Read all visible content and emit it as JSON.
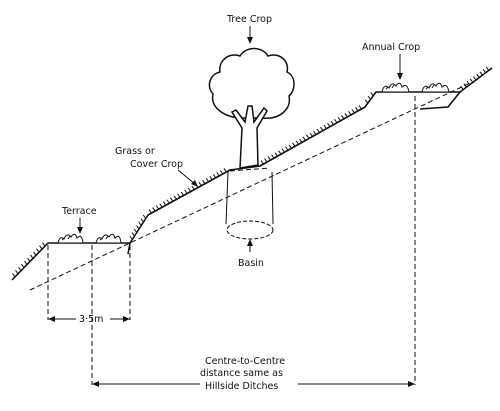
{
  "labels": {
    "tree_crop": "Tree Crop",
    "annual_crop": "Annual Crop",
    "grass_line1": "Grass  or",
    "grass_line2": "Cover  Crop",
    "terrace": "Terrace",
    "basin": "Basin",
    "spacing": "3·5m",
    "distance_line1": "Centre-to-Centre",
    "distance_line2": "distance  same  as",
    "distance_line3": "Hillside  Ditches"
  }
}
